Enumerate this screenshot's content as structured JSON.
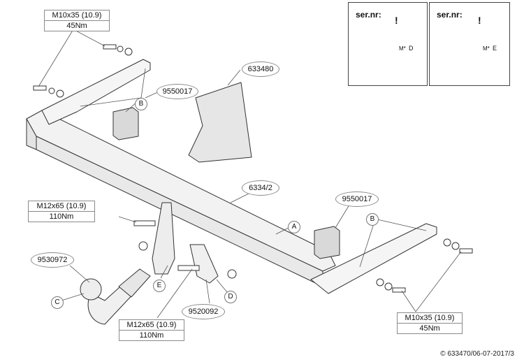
{
  "spec_boxes": {
    "top_left": {
      "size": "M10x35 (10.9)",
      "torque": "45Nm"
    },
    "mid_left": {
      "size": "M12x65 (10.9)",
      "torque": "110Nm"
    },
    "bottom_mid": {
      "size": "M12x65 (10.9)",
      "torque": "110Nm"
    },
    "bottom_right": {
      "size": "M10x35 (10.9)",
      "torque": "45Nm"
    }
  },
  "part_numbers": {
    "kit": "633480",
    "block_top": "9550017",
    "crossbar": "6334/2",
    "block_right": "9550017",
    "ball": "9530972",
    "plate": "9520092"
  },
  "item_letters": {
    "a": "A",
    "b_top": "B",
    "b_right": "B",
    "c": "C",
    "d": "D",
    "e": "E"
  },
  "serial_panels": {
    "left": {
      "label": "ser.nr:",
      "code": "D",
      "mark": "M*"
    },
    "right": {
      "label": "ser.nr:",
      "code": "E",
      "mark": "M*"
    }
  },
  "warning_glyph": "!",
  "copyright": "© 633470/06-07-2017/3"
}
